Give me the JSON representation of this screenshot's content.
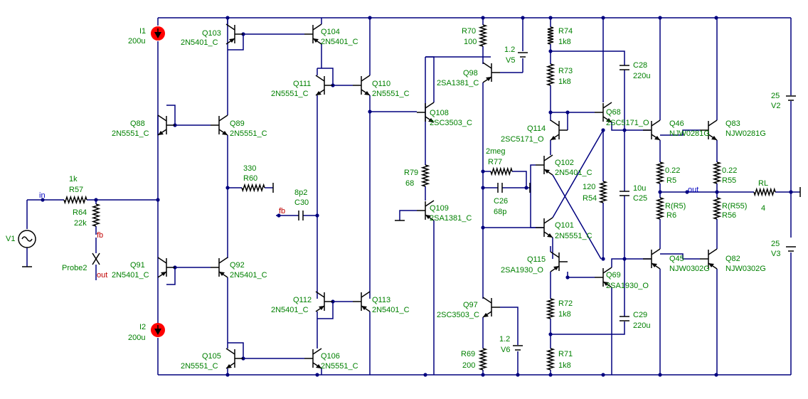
{
  "components": {
    "I1": {
      "name": "I1",
      "value": "200u"
    },
    "I2": {
      "name": "I2",
      "value": "200u"
    },
    "Q103": {
      "name": "Q103",
      "part": "2N5401_C"
    },
    "Q104": {
      "name": "Q104",
      "part": "2N5401_C"
    },
    "Q111": {
      "name": "Q111",
      "part": "2N5551_C"
    },
    "Q110": {
      "name": "Q110",
      "part": "2N5551_C"
    },
    "Q88": {
      "name": "Q88",
      "part": "2N5551_C"
    },
    "Q89": {
      "name": "Q89",
      "part": "2N5551_C"
    },
    "Q91": {
      "name": "Q91",
      "part": "2N5401_C"
    },
    "Q92": {
      "name": "Q92",
      "part": "2N5401_C"
    },
    "Q112": {
      "name": "Q112",
      "part": "2N5401_C"
    },
    "Q113": {
      "name": "Q113",
      "part": "2N5401_C"
    },
    "Q105": {
      "name": "Q105",
      "part": "2N5551_C"
    },
    "Q106": {
      "name": "Q106",
      "part": "2N5551_C"
    },
    "Q98": {
      "name": "Q98",
      "part": "2SA1381_C"
    },
    "Q108": {
      "name": "Q108",
      "part": "2SC3503_C"
    },
    "Q109": {
      "name": "Q109",
      "part": "2SA1381_C"
    },
    "Q97": {
      "name": "Q97",
      "part": "2SC3503_C"
    },
    "Q114": {
      "name": "Q114",
      "part": "2SC5171_O"
    },
    "Q68": {
      "name": "Q68",
      "part": "2SC5171_O"
    },
    "Q102": {
      "name": "Q102",
      "part": "2N5401_C"
    },
    "Q101": {
      "name": "Q101",
      "part": "2N5551_C"
    },
    "Q115": {
      "name": "Q115",
      "part": "2SA1930_O"
    },
    "Q69": {
      "name": "Q69",
      "part": "2SA1930_O"
    },
    "Q46": {
      "name": "Q46",
      "part": "NJW0281G"
    },
    "Q83": {
      "name": "Q83",
      "part": "NJW0281G"
    },
    "Q45": {
      "name": "Q45",
      "part": "NJW0302G"
    },
    "Q82": {
      "name": "Q82",
      "part": "NJW0302G"
    },
    "V1": {
      "name": "V1"
    },
    "V2": {
      "name": "V2",
      "value": "25"
    },
    "V3": {
      "name": "V3",
      "value": "25"
    },
    "V5": {
      "name": "V5",
      "value": "1.2"
    },
    "V6": {
      "name": "V6",
      "value": "1.2"
    },
    "R57": {
      "name": "R57",
      "value": "1k"
    },
    "R64": {
      "name": "R64",
      "value": "22k"
    },
    "R60": {
      "name": "R60",
      "value": "330"
    },
    "C30": {
      "name": "C30",
      "value": "8p2"
    },
    "R70": {
      "name": "R70",
      "value": "100"
    },
    "R79": {
      "name": "R79",
      "value": "68"
    },
    "R77": {
      "name": "R77",
      "value": "2meg"
    },
    "C26": {
      "name": "C26",
      "value": "68p"
    },
    "R69": {
      "name": "R69",
      "value": "200"
    },
    "R74": {
      "name": "R74",
      "value": "1k8"
    },
    "R73": {
      "name": "R73",
      "value": "1k8"
    },
    "R72": {
      "name": "R72",
      "value": "1k8"
    },
    "R71": {
      "name": "R71",
      "value": "1k8"
    },
    "R54": {
      "name": "R54",
      "value": "120"
    },
    "C28": {
      "name": "C28",
      "value": "220u"
    },
    "C25": {
      "name": "C25",
      "value": "10u"
    },
    "C29": {
      "name": "C29",
      "value": "220u"
    },
    "R5": {
      "name": "R5",
      "value": "0.22"
    },
    "R6": {
      "name": "R6",
      "value": "R(R5)"
    },
    "R55": {
      "name": "R55",
      "value": "0.22"
    },
    "R56": {
      "name": "R56",
      "value": "R(R55)"
    },
    "RL": {
      "name": "RL",
      "value": "4"
    },
    "Probe2": {
      "name": "Probe2"
    }
  },
  "nets": {
    "in": "in",
    "fb": "fb",
    "out": "out"
  }
}
